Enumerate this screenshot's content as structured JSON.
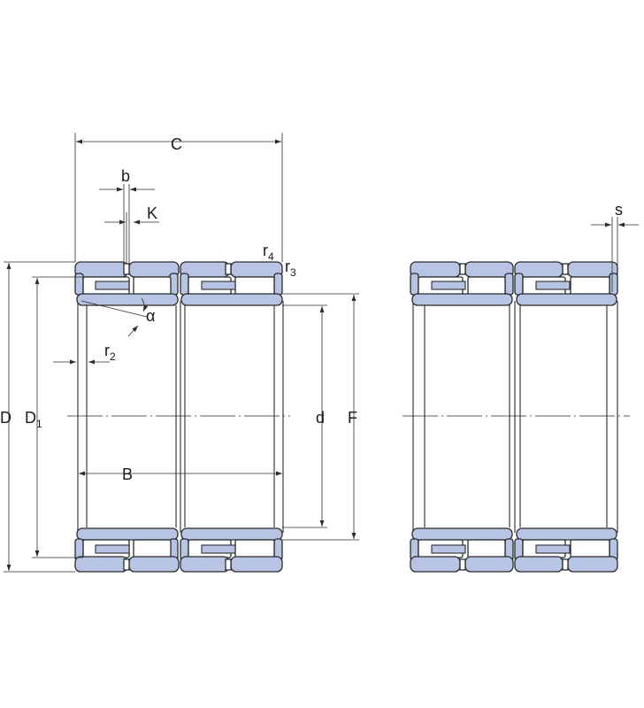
{
  "labels": {
    "C": "C",
    "b": "b",
    "K": "K",
    "r4": "r",
    "r4_sub": "4",
    "r3": "r",
    "r3_sub": "3",
    "alpha": "α",
    "r2": "r",
    "r2_sub": "2",
    "D": "D",
    "D1": "D",
    "D1_sub": "1",
    "d": "d",
    "F": "F",
    "B": "B",
    "s": "s"
  },
  "colors": {
    "ring_fill": "#b7c4e4",
    "outline": "#2b2b2b"
  }
}
